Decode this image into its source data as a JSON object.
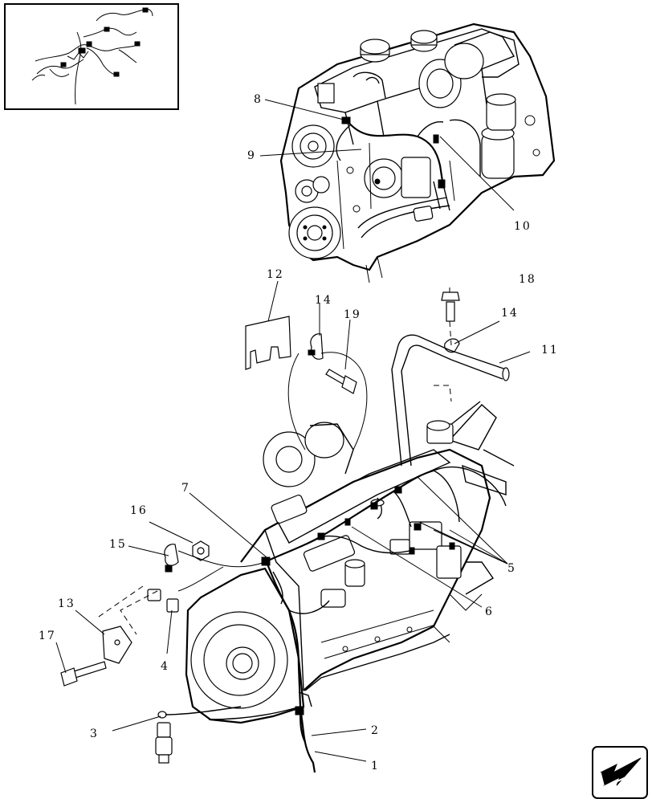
{
  "diagram": {
    "labels": [
      {
        "id": "1",
        "text": "1"
      },
      {
        "id": "2",
        "text": "2"
      },
      {
        "id": "3",
        "text": "3"
      },
      {
        "id": "4",
        "text": "4"
      },
      {
        "id": "5",
        "text": "5"
      },
      {
        "id": "6",
        "text": "6"
      },
      {
        "id": "7",
        "text": "7"
      },
      {
        "id": "8",
        "text": "8"
      },
      {
        "id": "9",
        "text": "9"
      },
      {
        "id": "10",
        "text": "10"
      },
      {
        "id": "11",
        "text": "11"
      },
      {
        "id": "12",
        "text": "12"
      },
      {
        "id": "13",
        "text": "13"
      },
      {
        "id": "14a",
        "text": "14"
      },
      {
        "id": "14b",
        "text": "14"
      },
      {
        "id": "15",
        "text": "15"
      },
      {
        "id": "16",
        "text": "16"
      },
      {
        "id": "17",
        "text": "17"
      },
      {
        "id": "18",
        "text": "18"
      },
      {
        "id": "19",
        "text": "19"
      }
    ]
  }
}
